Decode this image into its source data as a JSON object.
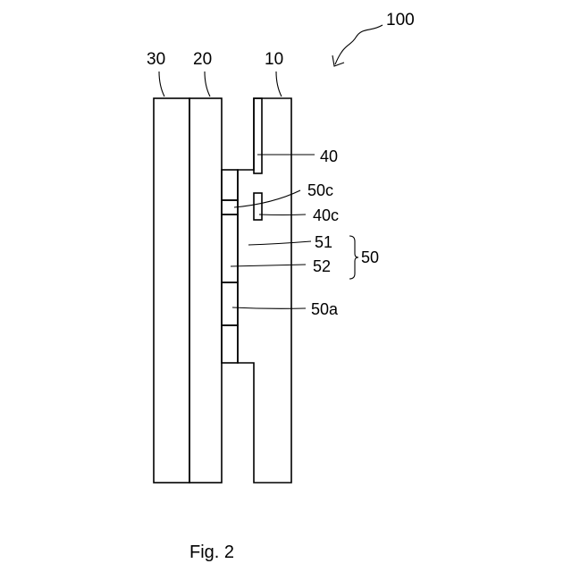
{
  "figure": {
    "ref_assembly": "100",
    "layers": {
      "layer_30": "30",
      "layer_20": "20",
      "layer_10": "10"
    },
    "parts": {
      "part_40": "40",
      "part_50c": "50c",
      "part_40c": "40c",
      "part_51": "51",
      "part_52": "52",
      "part_50": "50",
      "part_50a": "50a"
    },
    "caption": "Fig. 2"
  }
}
